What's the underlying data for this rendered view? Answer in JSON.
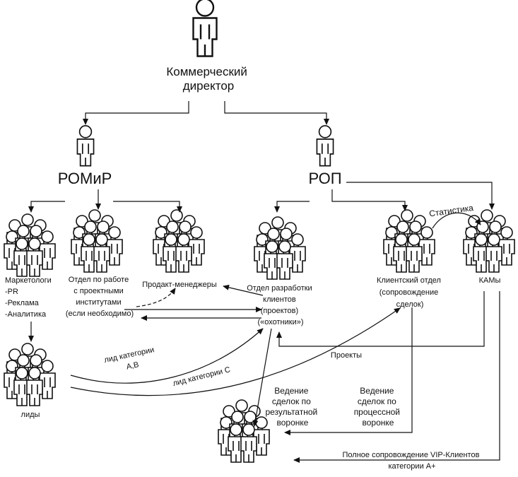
{
  "roles": {
    "director": [
      "Коммерческий",
      "директор"
    ],
    "romir": "РОМиР",
    "rop": "РОП"
  },
  "groups": {
    "marketers": [
      "Маркетологи",
      "-PR",
      "-Реклама",
      "-Аналитика"
    ],
    "institutes": [
      "Отдел по работе",
      "с проектными",
      "институтами",
      "(если необходимо)"
    ],
    "product_managers": "Продакт-менеджеры",
    "dev_dept": [
      "Отдел разработки",
      "клиентов",
      "(проектов)",
      "(«охотники»)"
    ],
    "client_dept": [
      "Клиентский отдел",
      "(сопровождение",
      "сделок)"
    ],
    "kams": "КАМы",
    "leads": "лиды"
  },
  "edge_labels": {
    "statistics": "Статистика",
    "projects": "Проекты",
    "leads_ab": [
      "лид категории",
      "А,В"
    ],
    "leads_c": "лид категории С",
    "result_funnel": [
      "Ведение",
      "сделок по",
      "результатной",
      "воронке"
    ],
    "process_funnel": [
      "Ведение",
      "сделок по",
      "процессной",
      "воронке"
    ],
    "vip": [
      "Полное сопровождение VIP-Клиентов",
      "категории А+"
    ]
  }
}
